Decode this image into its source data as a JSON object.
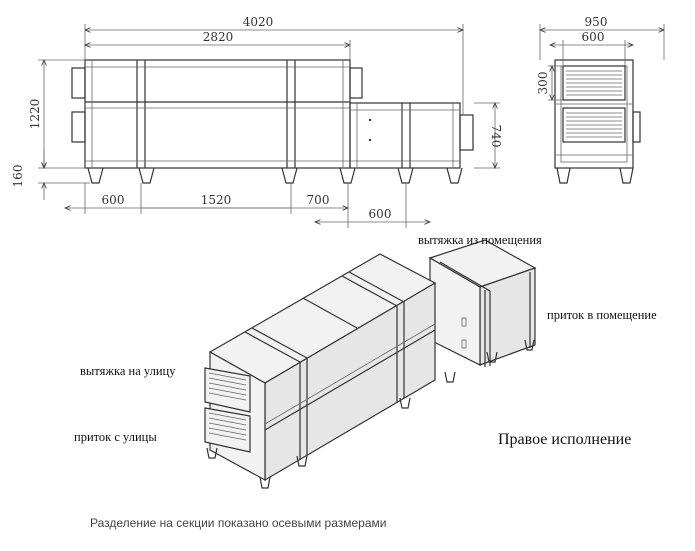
{
  "dimensions": {
    "total_length": "4020",
    "main_length": "2820",
    "height_main": "1220",
    "base_height": "160",
    "section_a": "600",
    "section_b": "1520",
    "section_c": "700",
    "section_d": "600",
    "height_aux": "740",
    "side_width": "950",
    "side_inner": "600",
    "grille_height": "300"
  },
  "labels": {
    "exhaust_from_room": "вытяжка из помещения",
    "supply_to_room": "приток в помещение",
    "exhaust_to_street": "вытяжка на улицу",
    "supply_from_street": "приток с улицы",
    "version": "Правое исполнение"
  },
  "footnote": "Разделение на секции показано осевыми размерами"
}
